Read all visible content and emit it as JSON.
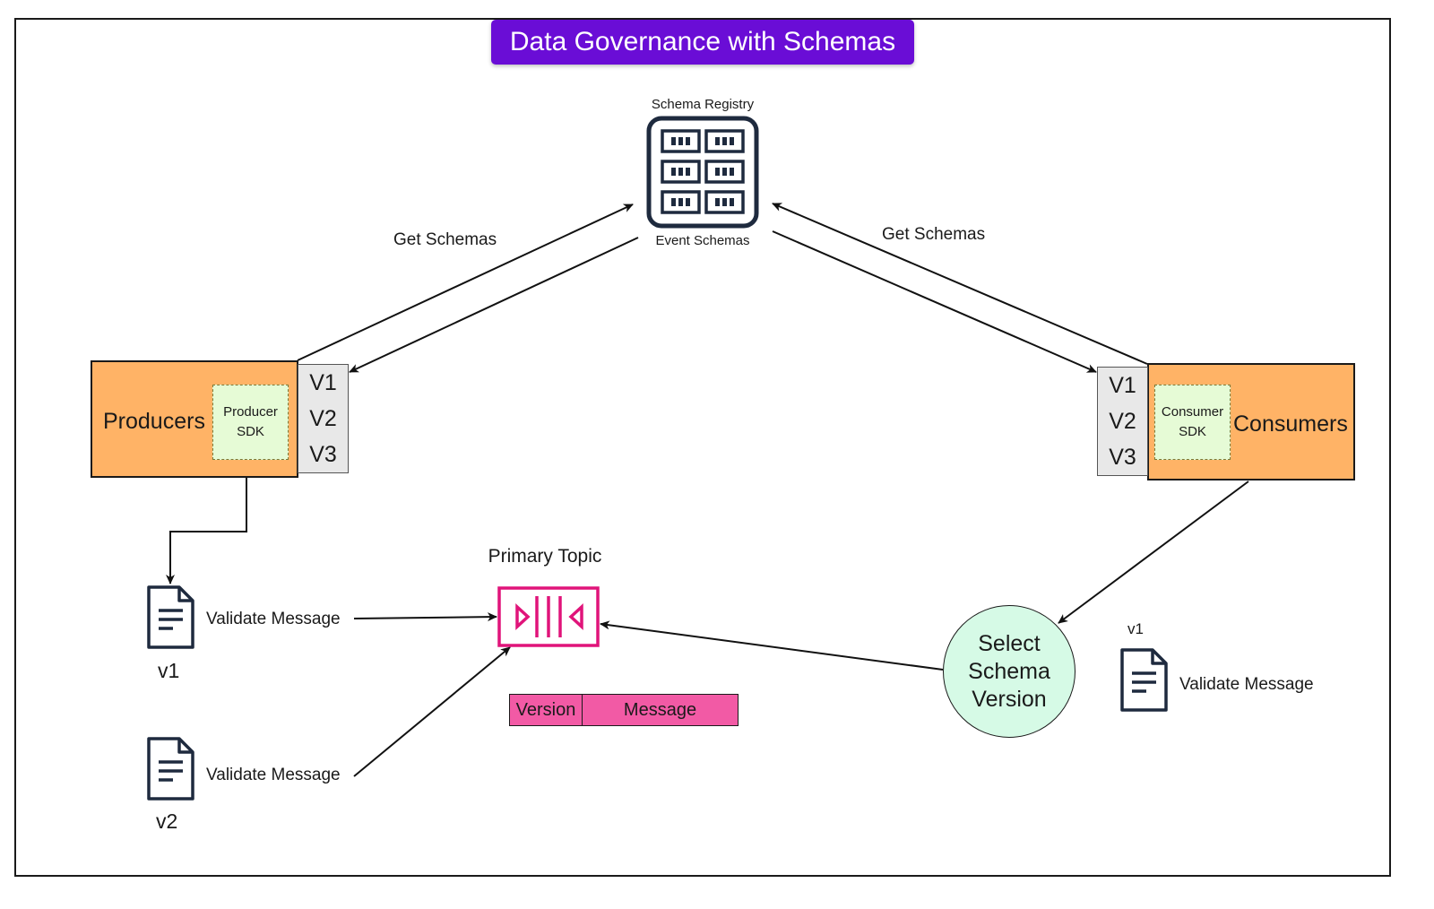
{
  "title": "Data Governance with Schemas",
  "registry": {
    "name": "Schema Registry",
    "subtitle": "Event Schemas"
  },
  "edges": {
    "producer_get_schemas": "Get Schemas",
    "consumer_get_schemas": "Get Schemas"
  },
  "producers": {
    "label": "Producers",
    "sdk_line1": "Producer",
    "sdk_line2": "SDK",
    "versions": [
      "V1",
      "V2",
      "V3"
    ]
  },
  "consumers": {
    "label": "Consumers",
    "sdk_line1": "Consumer",
    "sdk_line2": "SDK",
    "versions": [
      "V1",
      "V2",
      "V3"
    ]
  },
  "topic": {
    "label": "Primary Topic",
    "message_fields": [
      "Version",
      "Message"
    ]
  },
  "messages": [
    {
      "label": "Validate Message",
      "version": "v1"
    },
    {
      "label": "Validate Message",
      "version": "v2"
    }
  ],
  "consumer_message": {
    "label": "Validate Message",
    "version": "v1"
  },
  "select_version": {
    "line1": "Select",
    "line2": "Schema",
    "line3": "Version"
  },
  "colors": {
    "title_bg": "#6a0dd6",
    "node_orange": "#ffb366",
    "sdk_green": "#e6fbd6",
    "select_circle": "#d6fae6",
    "topic_pink": "#e0147a",
    "message_bar": "#f25aa5"
  }
}
